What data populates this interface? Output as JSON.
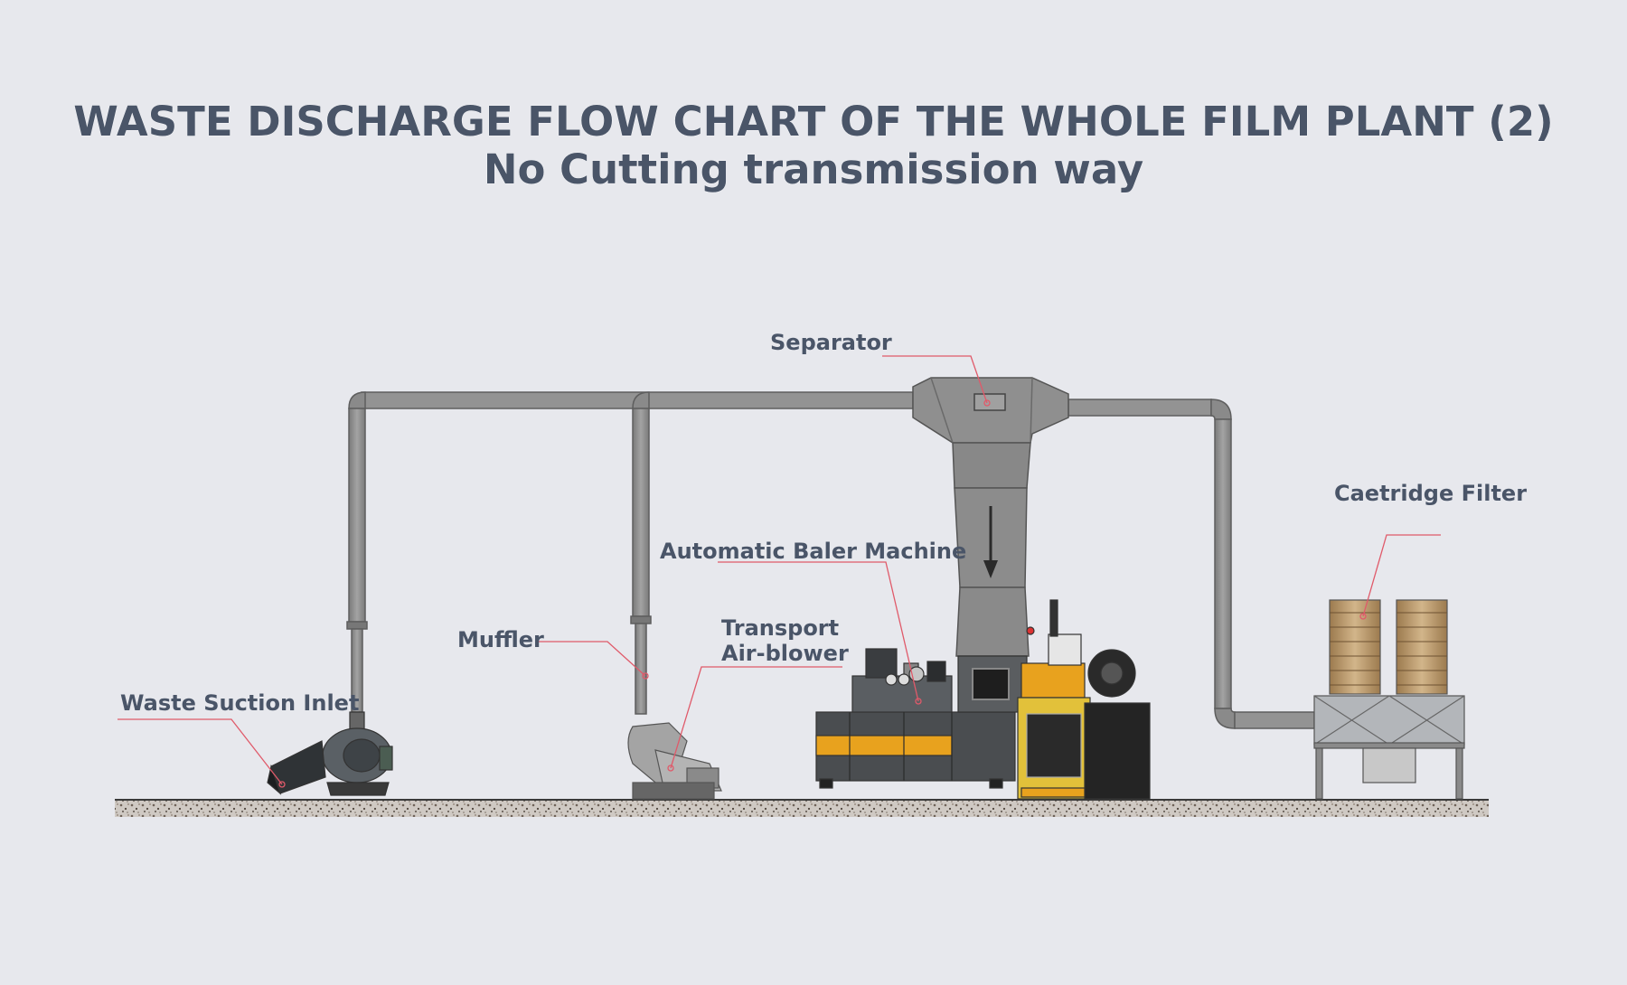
{
  "title": {
    "line1": "WASTE DISCHARGE FLOW CHART OF THE WHOLE FILM PLANT (2)",
    "line2": "No Cutting transmission way"
  },
  "labels": {
    "separator": "Separator",
    "cartridge_filter": "Caetridge Filter",
    "baler": "Automatic Baler Machine",
    "transport_line1": "Transport",
    "transport_line2": "Air-blower",
    "muffler": "Muffler",
    "suction_inlet": "Waste Suction Inlet"
  },
  "colors": {
    "background": "#e7e8ed",
    "text": "#4a5568",
    "leader_line": "#e05a6a",
    "pipe": "#8f8f8f",
    "pipe_edge": "#5e5e5e",
    "baler_yellow": "#e8a21e",
    "filter_brown": "#b08a5a"
  }
}
